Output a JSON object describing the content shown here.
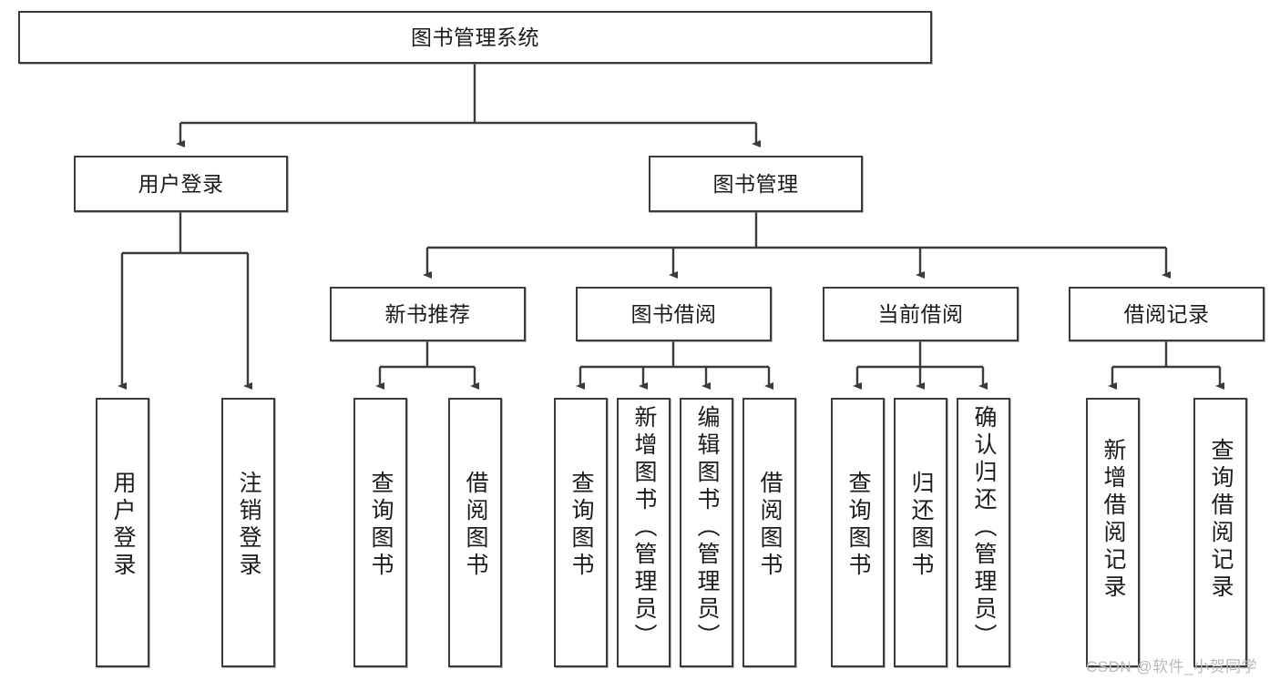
{
  "diagram": {
    "title": "图书管理系统",
    "type": "tree",
    "watermark": "CSDN @软件_小贺同学",
    "colors": {
      "stroke": "#3b3b3b",
      "fill": "#ffffff",
      "text": "#1b1b1b",
      "watermark": "#b9b9b9"
    },
    "nodes": {
      "root": {
        "label": "图书管理系统"
      },
      "level2": [
        {
          "id": "user-login",
          "label": "用户登录"
        },
        {
          "id": "book-management",
          "label": "图书管理"
        }
      ],
      "level3": [
        {
          "id": "new-book-recommend",
          "label": "新书推荐"
        },
        {
          "id": "book-borrow",
          "label": "图书借阅"
        },
        {
          "id": "current-borrow",
          "label": "当前借阅"
        },
        {
          "id": "borrow-record",
          "label": "借阅记录"
        }
      ],
      "leaves": {
        "user_login": [
          {
            "id": "leaf-user-login",
            "label": "用户登录"
          },
          {
            "id": "leaf-logout-login",
            "label": "注销登录"
          }
        ],
        "new_book_recommend": [
          {
            "id": "leaf-query-book-1",
            "label": "查询图书"
          },
          {
            "id": "leaf-borrow-book-1",
            "label": "借阅图书"
          }
        ],
        "book_borrow": [
          {
            "id": "leaf-query-book-2",
            "label": "查询图书"
          },
          {
            "id": "leaf-add-book",
            "label": "新增图书（管理员）"
          },
          {
            "id": "leaf-edit-book",
            "label": "编辑图书（管理员）"
          },
          {
            "id": "leaf-borrow-book-2",
            "label": "借阅图书"
          }
        ],
        "current_borrow": [
          {
            "id": "leaf-query-book-3",
            "label": "查询图书"
          },
          {
            "id": "leaf-return-book",
            "label": "归还图书"
          },
          {
            "id": "leaf-confirm-return",
            "label": "确认归还（管理员）"
          }
        ],
        "borrow_record": [
          {
            "id": "leaf-add-borrow-record",
            "label": "新增借阅记录"
          },
          {
            "id": "leaf-query-borrow-record",
            "label": "查询借阅记录"
          }
        ]
      }
    }
  }
}
